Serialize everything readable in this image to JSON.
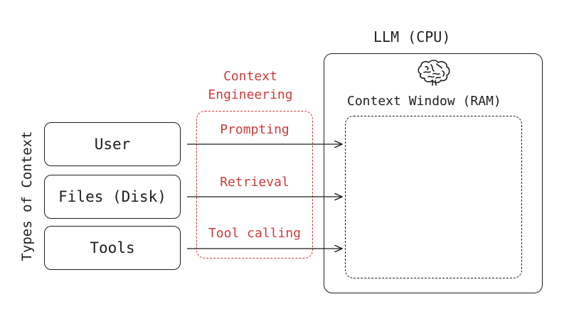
{
  "left_label": "Types of Context",
  "sources": {
    "user": "User",
    "files": "Files (Disk)",
    "tools": "Tools"
  },
  "context_engineering": {
    "title_line1": "Context",
    "title_line2": "Engineering",
    "methods": {
      "prompting": "Prompting",
      "retrieval": "Retrieval",
      "tool_calling": "Tool calling"
    }
  },
  "llm": {
    "title": "LLM (CPU)",
    "context_window": "Context Window (RAM)",
    "icon": "brain-icon"
  },
  "colors": {
    "accent": "#d03a3a",
    "stroke": "#1e1e1e",
    "background": "#ffffff"
  }
}
